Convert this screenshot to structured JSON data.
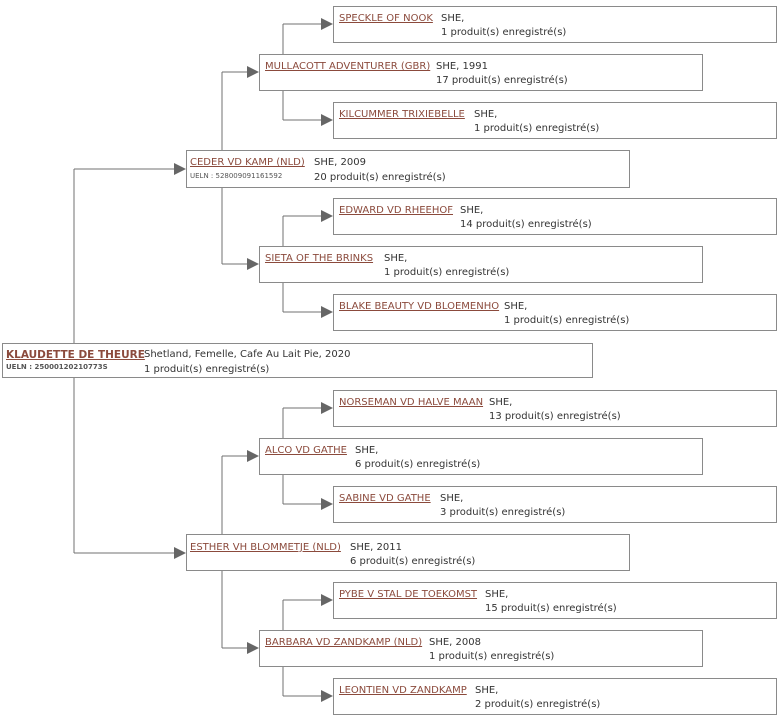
{
  "horses": [
    {
      "id": "h0",
      "name": "KLAUDETTE DE THEURE",
      "info1": "Shetland, Femelle, Cafe Au Lait Pie, 2020",
      "info2": "1 produit(s) enregistré(s)",
      "ueln": "UELN : 25000120210773S"
    },
    {
      "id": "h1",
      "name": "CEDER VD KAMP (NLD)",
      "info1": "SHE, 2009",
      "info2": "20 produit(s) enregistré(s)",
      "ueln": "UELN : 528009091161592"
    },
    {
      "id": "h2",
      "name": "ESTHER VH BLOMMETJE (NLD)",
      "info1": "SHE, 2011",
      "info2": "6 produit(s) enregistré(s)",
      "ueln": ""
    },
    {
      "id": "h3",
      "name": "MULLACOTT ADVENTURER (GBR)",
      "info1": "SHE, 1991",
      "info2": "17 produit(s) enregistré(s)",
      "ueln": ""
    },
    {
      "id": "h4",
      "name": "SIETA OF THE BRINKS",
      "info1": "SHE,",
      "info2": "1 produit(s) enregistré(s)",
      "ueln": ""
    },
    {
      "id": "h5",
      "name": "ALCO VD GATHE",
      "info1": "SHE,",
      "info2": "6 produit(s) enregistré(s)",
      "ueln": ""
    },
    {
      "id": "h6",
      "name": "BARBARA VD ZANDKAMP (NLD)",
      "info1": "SHE, 2008",
      "info2": "1 produit(s) enregistré(s)",
      "ueln": ""
    },
    {
      "id": "h7",
      "name": "SPECKLE OF NOOK",
      "info1": "SHE,",
      "info2": "1 produit(s) enregistré(s)",
      "ueln": ""
    },
    {
      "id": "h8",
      "name": "KILCUMMER TRIXIEBELLE",
      "info1": "SHE,",
      "info2": "1 produit(s) enregistré(s)",
      "ueln": ""
    },
    {
      "id": "h9",
      "name": "EDWARD VD RHEEHOF",
      "info1": "SHE,",
      "info2": "14 produit(s) enregistré(s)",
      "ueln": ""
    },
    {
      "id": "h10",
      "name": "BLAKE BEAUTY VD BLOEMENHO",
      "info1": "SHE,",
      "info2": "1 produit(s) enregistré(s)",
      "ueln": ""
    },
    {
      "id": "h11",
      "name": "NORSEMAN VD HALVE MAAN",
      "info1": "SHE,",
      "info2": "13 produit(s) enregistré(s)",
      "ueln": ""
    },
    {
      "id": "h12",
      "name": "SABINE VD GATHE",
      "info1": "SHE,",
      "info2": "3 produit(s) enregistré(s)",
      "ueln": ""
    },
    {
      "id": "h13",
      "name": "PYBE V STAL DE TOEKOMST",
      "info1": "SHE,",
      "info2": "15 produit(s) enregistré(s)",
      "ueln": ""
    },
    {
      "id": "h14",
      "name": "LEONTIEN VD ZANDKAMP",
      "info1": "SHE,",
      "info2": "2 produit(s) enregistré(s)",
      "ueln": ""
    }
  ],
  "colors": {
    "link": "#8b4a3c",
    "border": "#8a8a8a",
    "line": "#707070"
  }
}
